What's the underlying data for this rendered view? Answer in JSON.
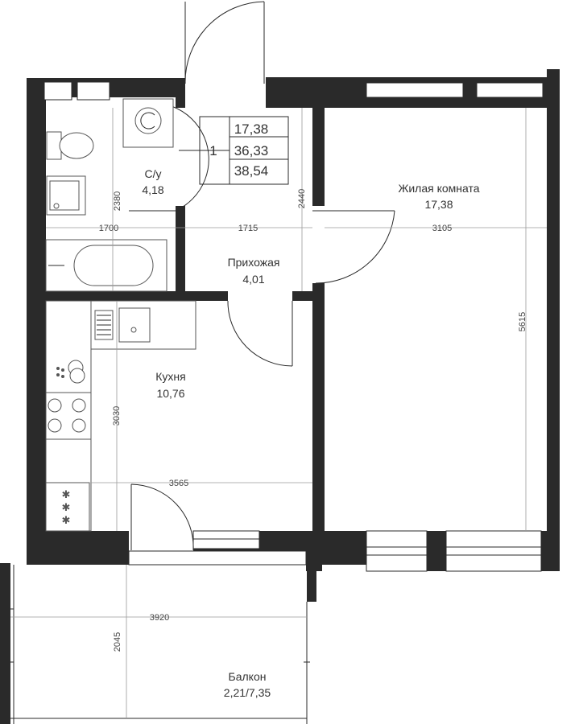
{
  "rooms": {
    "bathroom": {
      "name": "С/у",
      "area": "4,18"
    },
    "hall": {
      "name": "Прихожая",
      "area": "4,01"
    },
    "living": {
      "name": "Жилая комната",
      "area": "17,38"
    },
    "kitchen": {
      "name": "Кухня",
      "area": "10,76"
    },
    "balcony": {
      "name": "Балкон",
      "area": "2,21/7,35"
    }
  },
  "summary": {
    "rooms_count": "1",
    "living_area": "17,38",
    "total_area": "36,33",
    "total_with_balcony": "38,54"
  },
  "dimensions": {
    "bath_width": "1700",
    "hall_width": "1715",
    "living_width": "3105",
    "bath_height": "2380",
    "hall_height": "2440",
    "living_height": "5615",
    "kitchen_height": "3030",
    "kitchen_width": "3565",
    "balcony_width": "3920",
    "balcony_depth": "2045"
  }
}
